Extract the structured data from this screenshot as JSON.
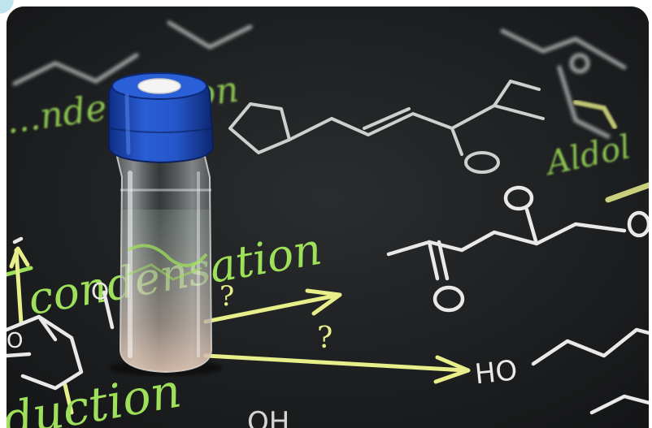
{
  "photo": {
    "scene": "chemistry vial on chalkboard",
    "board_words": {
      "top_left_fragment": "...ndensation",
      "middle_center": "condensation",
      "top_right_fragment": "Aldol",
      "bottom_left": "duction",
      "question_mark_1": "?",
      "question_mark_2": "?",
      "hydroxyl_label": "HO",
      "bottom_formula_fragment": "OH",
      "left_oxygen": "O",
      "ring_oxygen": "O"
    },
    "colors": {
      "board": "#1b1d1f",
      "chalk_white": "#e9e9e9",
      "chalk_green": "#9fe05a",
      "chalk_yellow": "#e8ef8a",
      "vial_cap": "#1d48b8",
      "corner_accent": "#bfe3ef"
    }
  }
}
